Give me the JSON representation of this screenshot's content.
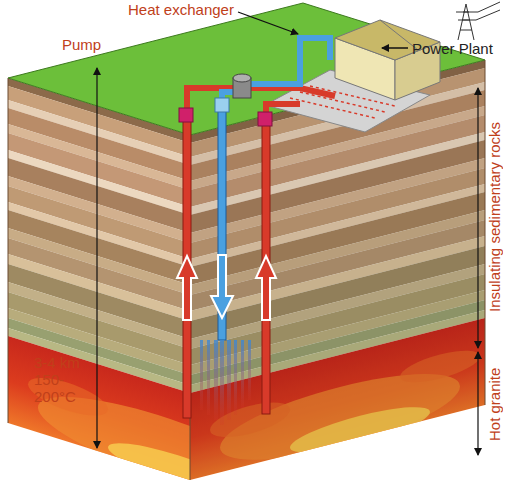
{
  "diagram": {
    "labels": [
      "Heat exchanger",
      "Pump",
      "Power Plant",
      "Insulating sedimentary rocks",
      "Hot granite",
      "3-4 km 150- 200°C"
    ]
  }
}
